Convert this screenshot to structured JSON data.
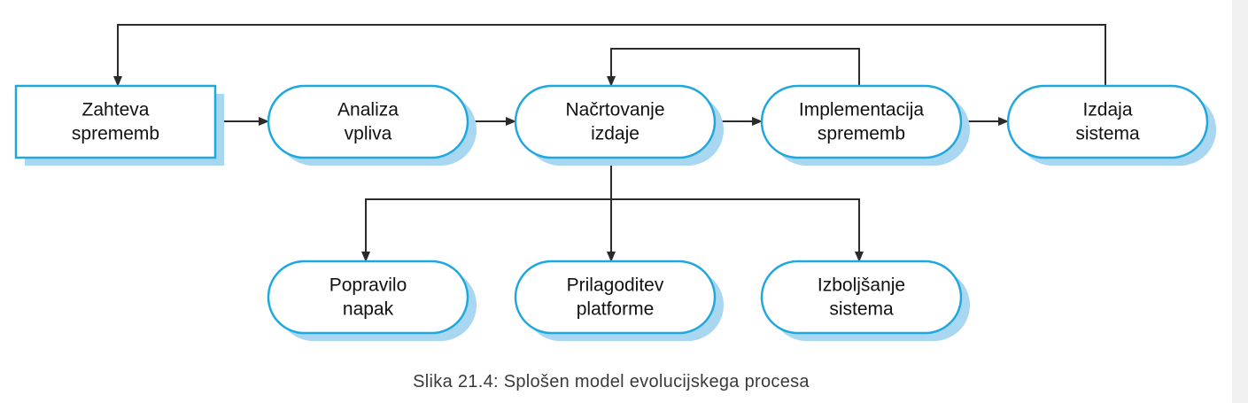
{
  "diagram": {
    "nodes": [
      {
        "id": "zahteva",
        "shape": "rect",
        "lines": [
          "Zahteva",
          "sprememb"
        ]
      },
      {
        "id": "analiza",
        "shape": "pill",
        "lines": [
          "Analiza",
          "vpliva"
        ]
      },
      {
        "id": "nacrtovanje",
        "shape": "pill",
        "lines": [
          "Načrtovanje",
          "izdaje"
        ]
      },
      {
        "id": "implementacija",
        "shape": "pill",
        "lines": [
          "Implementacija",
          "sprememb"
        ]
      },
      {
        "id": "izdaja",
        "shape": "pill",
        "lines": [
          "Izdaja",
          "sistema"
        ]
      },
      {
        "id": "popravilo",
        "shape": "pill",
        "lines": [
          "Popravilo",
          "napak"
        ]
      },
      {
        "id": "prilagoditev",
        "shape": "pill",
        "lines": [
          "Prilagoditev",
          "platforme"
        ]
      },
      {
        "id": "izboljsanje",
        "shape": "pill",
        "lines": [
          "Izboljšanje",
          "sistema"
        ]
      }
    ],
    "edges": [
      {
        "from": "zahteva",
        "to": "analiza"
      },
      {
        "from": "analiza",
        "to": "nacrtovanje"
      },
      {
        "from": "nacrtovanje",
        "to": "implementacija"
      },
      {
        "from": "implementacija",
        "to": "izdaja"
      },
      {
        "from": "implementacija",
        "to": "nacrtovanje"
      },
      {
        "from": "izdaja",
        "to": "zahteva"
      },
      {
        "from": "nacrtovanje",
        "to": "popravilo"
      },
      {
        "from": "nacrtovanje",
        "to": "prilagoditev"
      },
      {
        "from": "nacrtovanje",
        "to": "izboljsanje"
      }
    ],
    "colors": {
      "border": "#1fa8e0",
      "shadow": "#a9d6f0",
      "fill": "#ffffff",
      "line": "#2b2b2b",
      "text": "#111111"
    }
  },
  "caption": "Slika 21.4: Splošen model evolucijskega procesa"
}
